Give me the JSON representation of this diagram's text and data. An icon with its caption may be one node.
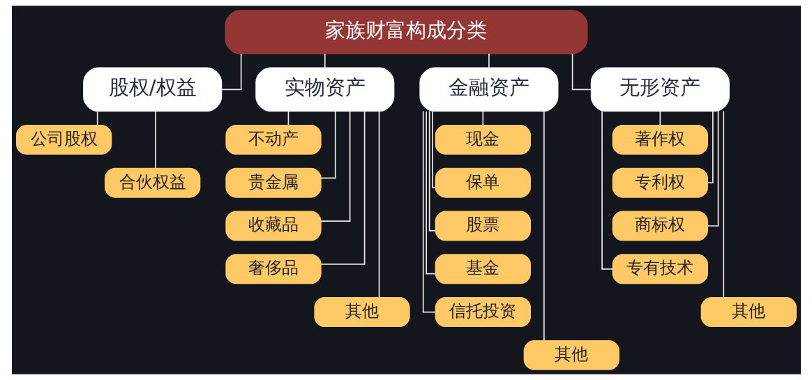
{
  "diagram": {
    "nodes": [
      {
        "text": [
          "家族财富构成分类"
        ]
      },
      {
        "text": [
          "股权/权益"
        ]
      },
      {
        "text": [
          "实物资产"
        ]
      },
      {
        "text": [
          "金融资产"
        ]
      },
      {
        "text": [
          "无形资产"
        ]
      },
      {
        "text": [
          "公司股权"
        ]
      },
      {
        "text": [
          "合伙权益"
        ]
      },
      {
        "text": [
          "不动产"
        ]
      },
      {
        "text": [
          "贵金属"
        ]
      },
      {
        "text": [
          "收藏品"
        ]
      },
      {
        "text": [
          "奢侈品"
        ]
      },
      {
        "text": [
          "其他"
        ]
      },
      {
        "text": [
          "现金"
        ]
      },
      {
        "text": [
          "保单"
        ]
      },
      {
        "text": [
          "股票"
        ]
      },
      {
        "text": [
          "基金"
        ]
      },
      {
        "text": [
          "信托投资"
        ]
      },
      {
        "text": [
          "其他"
        ]
      },
      {
        "text": [
          "著作权"
        ]
      },
      {
        "text": [
          "专利权"
        ]
      },
      {
        "text": [
          "商标权"
        ]
      },
      {
        "text": [
          "专有技术"
        ]
      },
      {
        "text": [
          "其他"
        ]
      }
    ],
    "edges": [
      {
        "from": 0,
        "to": 1,
        "arrow": "none"
      },
      {
        "from": 0,
        "to": 2,
        "arrow": "none"
      },
      {
        "from": 0,
        "to": 3,
        "arrow": "none"
      },
      {
        "from": 0,
        "to": 4,
        "arrow": "none"
      },
      {
        "from": 1,
        "to": 5,
        "arrow": "none"
      },
      {
        "from": 1,
        "to": 6,
        "arrow": "none"
      },
      {
        "from": 2,
        "to": 7,
        "arrow": "none"
      },
      {
        "from": 2,
        "to": 8,
        "arrow": "none"
      },
      {
        "from": 2,
        "to": 9,
        "arrow": "none"
      },
      {
        "from": 2,
        "to": 10,
        "arrow": "none"
      },
      {
        "from": 2,
        "to": 11,
        "arrow": "none"
      },
      {
        "from": 3,
        "to": 12,
        "arrow": "none"
      },
      {
        "from": 3,
        "to": 13,
        "arrow": "none"
      },
      {
        "from": 3,
        "to": 14,
        "arrow": "none"
      },
      {
        "from": 3,
        "to": 15,
        "arrow": "none"
      },
      {
        "from": 3,
        "to": 16,
        "arrow": "none"
      },
      {
        "from": 3,
        "to": 17,
        "arrow": "none"
      },
      {
        "from": 4,
        "to": 18,
        "arrow": "none"
      },
      {
        "from": 4,
        "to": 19,
        "arrow": "none"
      },
      {
        "from": 4,
        "to": 20,
        "arrow": "none"
      },
      {
        "from": 4,
        "to": 21,
        "arrow": "none"
      },
      {
        "from": 4,
        "to": 22,
        "arrow": "none"
      }
    ]
  }
}
